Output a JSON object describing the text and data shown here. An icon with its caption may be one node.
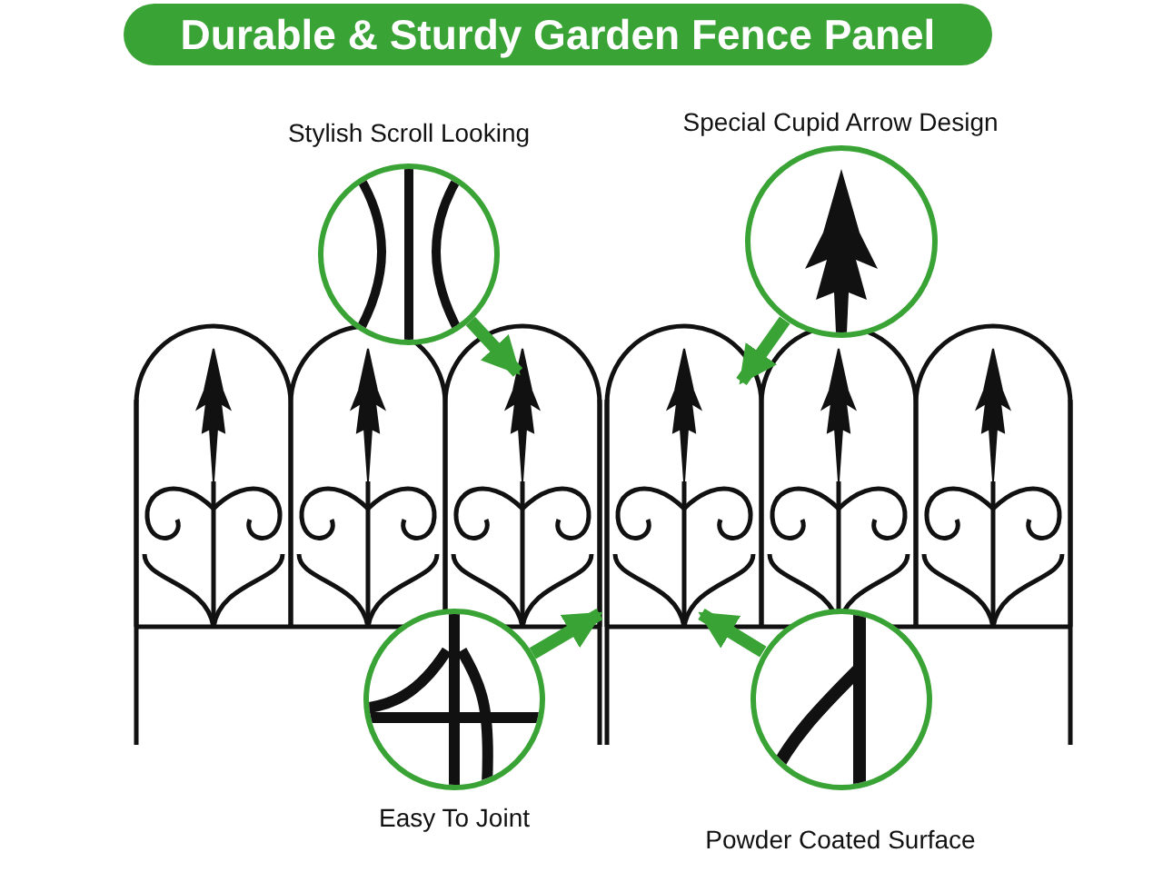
{
  "diagram": {
    "title": "Durable & Sturdy Garden Fence Panel",
    "nodes": [
      {
        "text": [],
        "shape": "picture"
      },
      {
        "text": [
          "Stylish Scroll Looking"
        ]
      },
      {
        "text": [
          "Special Cupid Arrow Design"
        ]
      },
      {
        "text": [
          "Easy To Joint"
        ]
      },
      {
        "text": [
          "Powder Coated Surface"
        ]
      }
    ],
    "edges": [
      {
        "from": 1,
        "to": 0,
        "arrow": "to"
      },
      {
        "from": 2,
        "to": 0,
        "arrow": "to"
      },
      {
        "from": 3,
        "to": 0,
        "arrow": "to"
      },
      {
        "from": 4,
        "to": 0,
        "arrow": "to"
      }
    ]
  }
}
